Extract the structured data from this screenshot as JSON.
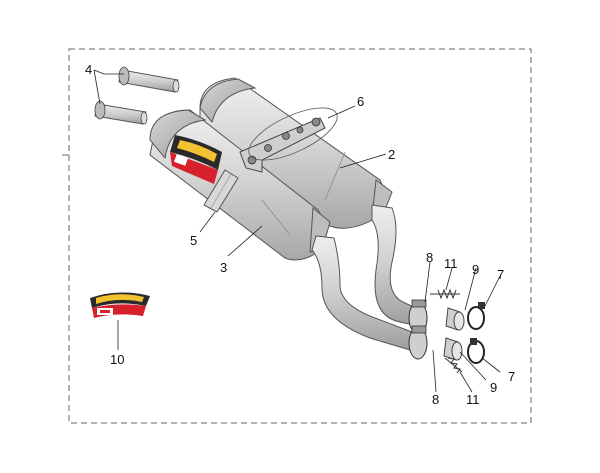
{
  "diagram": {
    "callouts": {
      "c2": "2",
      "c3": "3",
      "c4": "4",
      "c5": "5",
      "c6": "6",
      "c7a": "7",
      "c7b": "7",
      "c8a": "8",
      "c8b": "8",
      "c9a": "9",
      "c9b": "9",
      "c10": "10",
      "c11a": "11",
      "c11b": "11"
    },
    "colors": {
      "steel_light": "#e4e4e4",
      "steel_mid": "#c9c9c9",
      "steel_dark": "#a9a9a9",
      "logo_red": "#d6202b",
      "logo_yellow": "#f2c230",
      "logo_dark": "#2a2a2a"
    },
    "icons": {
      "logo": "scorpion-logo-decal",
      "brand": "aprilia-badge"
    }
  }
}
